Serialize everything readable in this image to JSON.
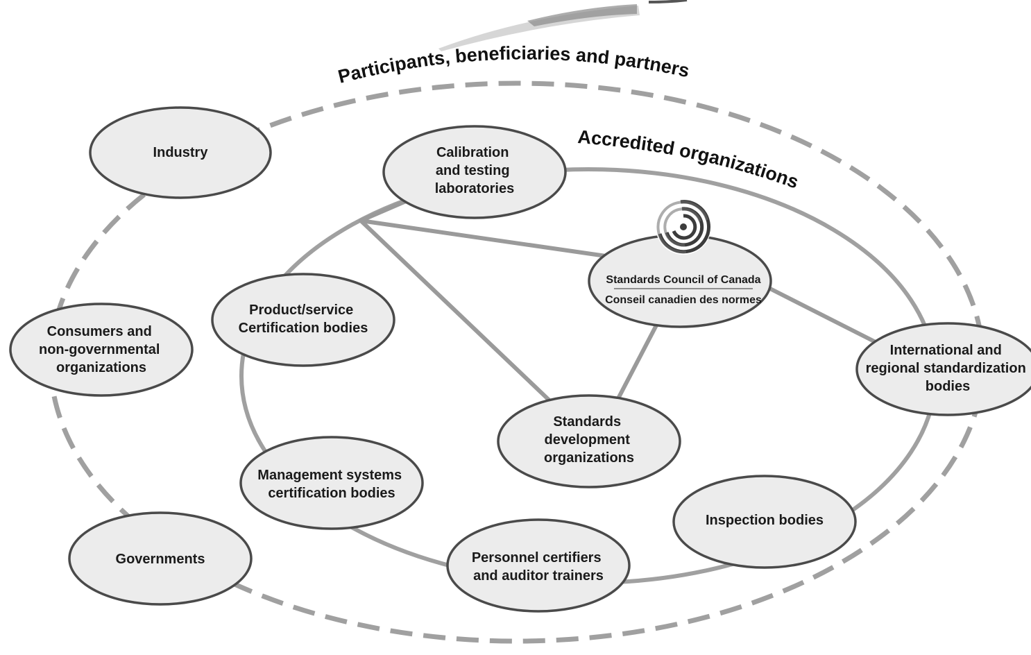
{
  "rings": {
    "outer_label": "Participants, beneficiaries and partners",
    "inner_label": "Accredited organizations"
  },
  "nodes": {
    "industry": [
      "Industry"
    ],
    "consumers": [
      "Consumers and",
      "non-governmental",
      "organizations"
    ],
    "governments": [
      "Governments"
    ],
    "calibration": [
      "Calibration",
      "and testing",
      "laboratories"
    ],
    "product_cert": [
      "Product/service",
      "Certification bodies"
    ],
    "management": [
      "Management systems",
      "certification bodies"
    ],
    "personnel": [
      "Personnel certifiers",
      "and auditor trainers"
    ],
    "inspection": [
      "Inspection bodies"
    ],
    "sdo": [
      "Standards",
      "development",
      "organizations"
    ],
    "international": [
      "International and",
      "regional standardization",
      "bodies"
    ]
  },
  "scc": {
    "name_en": "Standards Council of Canada",
    "name_fr": "Conseil canadien des normes",
    "logo_icon": "scc-spiral-logo-icon"
  },
  "colors": {
    "ellipse_fill": "#ececec",
    "ellipse_stroke": "#4a4a4a",
    "connector": "#9a9a9a"
  }
}
